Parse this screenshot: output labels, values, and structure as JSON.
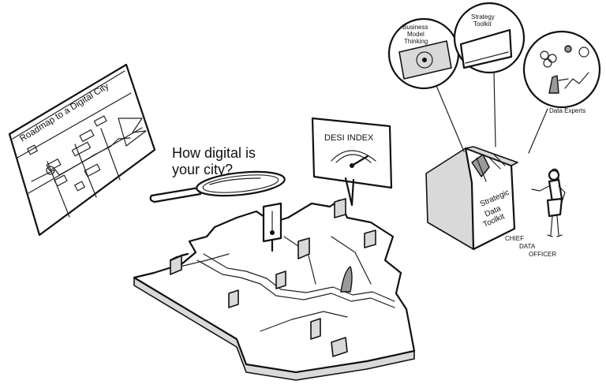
{
  "illustration": {
    "roadmap_title": "Roadmap to a Digital City",
    "question_line1": "How digital is",
    "question_line2": "your city?",
    "index_title": "DESI INDEX",
    "toolkit_line1": "Strategic",
    "toolkit_line2": "Data",
    "toolkit_line3": "Toolkit",
    "bubble_business_line1": "Business",
    "bubble_business_line2": "Model",
    "bubble_business_line3": "Thinking",
    "bubble_strategy_line1": "Strategy",
    "bubble_strategy_line2": "Toolkit",
    "bubble_data_experts": "Data Experts",
    "officer_line1": "CHIEF",
    "officer_line2": "DATA",
    "officer_line3": "OFFICER"
  }
}
